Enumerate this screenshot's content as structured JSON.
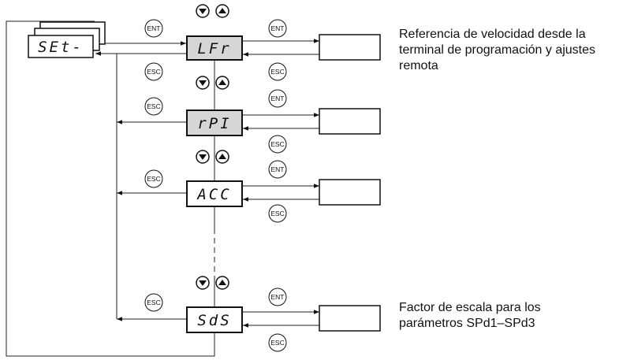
{
  "menu": {
    "set_code": "SEt-",
    "params": [
      "LFr",
      "rPI",
      "ACC",
      "SdS"
    ]
  },
  "buttons": {
    "ent": "ENT",
    "esc": "ESC"
  },
  "descriptions": {
    "lfr": [
      "Referencia de velocidad desde la",
      "terminal de programación y ajustes",
      "remota"
    ],
    "sds": [
      "Factor de escala para los",
      "parámetros SPd1–SPd3"
    ]
  }
}
